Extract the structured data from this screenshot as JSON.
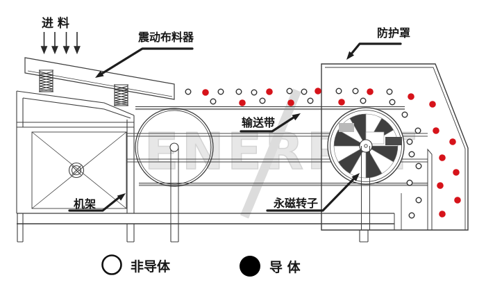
{
  "labels": {
    "feed": "进 料",
    "vibrating_feeder": "震动布料器",
    "protective_cover": "防护罩",
    "conveyor_belt": "输送带",
    "frame": "机架",
    "magnetic_rotor": "永磁转子"
  },
  "legend": {
    "non_conductor_label": "非导体",
    "conductor_label": "导  体"
  },
  "watermark": "ENERPAT",
  "colors": {
    "conductor": "#d6131a",
    "line": "#3c3c3c",
    "watermark": "#e4e4e4"
  },
  "particles": {
    "non_conductors": [
      [
        271,
        132
      ],
      [
        318,
        132
      ],
      [
        344,
        132
      ],
      [
        366,
        133
      ],
      [
        417,
        131
      ],
      [
        438,
        132
      ],
      [
        307,
        146
      ],
      [
        378,
        145
      ],
      [
        447,
        145
      ],
      [
        488,
        131
      ],
      [
        512,
        131
      ],
      [
        523,
        145
      ],
      [
        561,
        132
      ],
      [
        565,
        147
      ],
      [
        583,
        165
      ],
      [
        602,
        188
      ],
      [
        590,
        204
      ],
      [
        593,
        222
      ],
      [
        603,
        239
      ],
      [
        590,
        263
      ],
      [
        603,
        288
      ],
      [
        593,
        310
      ]
    ],
    "conductors": [
      [
        296,
        133
      ],
      [
        388,
        132
      ],
      [
        458,
        131
      ],
      [
        349,
        148
      ],
      [
        419,
        148
      ],
      [
        492,
        147
      ],
      [
        533,
        132
      ],
      [
        592,
        139
      ],
      [
        623,
        150
      ],
      [
        628,
        188
      ],
      [
        652,
        204
      ],
      [
        637,
        227
      ],
      [
        657,
        248
      ],
      [
        634,
        267
      ],
      [
        659,
        288
      ],
      [
        637,
        308
      ]
    ]
  }
}
